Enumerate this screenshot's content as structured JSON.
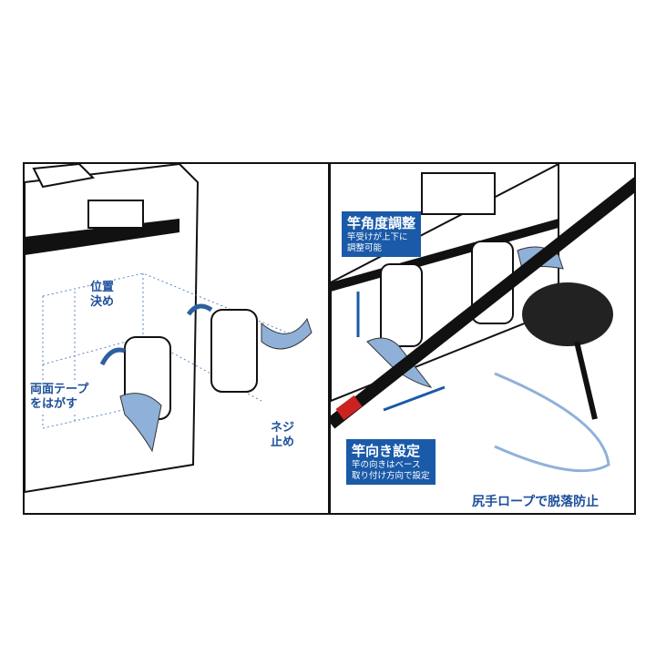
{
  "left_panel": {
    "label_position": "位置\n決め",
    "label_tape": "両面テープ\nをはがす",
    "label_screw": "ネジ\n止め"
  },
  "right_panel": {
    "angle_title": "竿角度調整",
    "angle_desc": "竿受けが上下に\n調整可能",
    "direction_title": "竿向き設定",
    "direction_desc": "竿の向きはベース\n取り付け方向で設定",
    "rope_label": "尻手ロープで脱落防止"
  },
  "colors": {
    "accent_blue": "#1a5aa8",
    "part_blue": "#8fb1d9",
    "text_blue": "#1d4f9a"
  }
}
